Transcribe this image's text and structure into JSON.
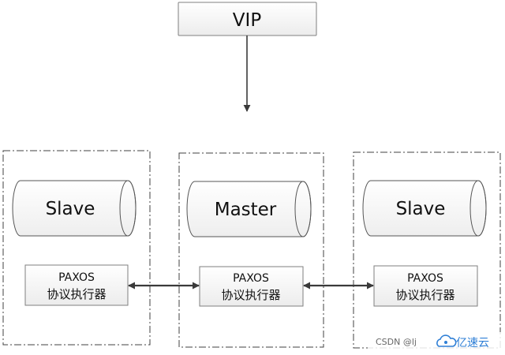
{
  "vip": {
    "label": "VIP"
  },
  "nodes": [
    {
      "db_label": "Slave",
      "executor_line1": "PAXOS",
      "executor_line2": "协议执行器"
    },
    {
      "db_label": "Master",
      "executor_line1": "PAXOS",
      "executor_line2": "协议执行器"
    },
    {
      "db_label": "Slave",
      "executor_line1": "PAXOS",
      "executor_line2": "协议执行器"
    }
  ],
  "watermark": {
    "csdn_text": "CSDN @lj",
    "brand_text": "亿速云"
  },
  "colors": {
    "box_fill": "#f2f2f2",
    "box_border": "#7f7f7f",
    "cylinder_fill": "#f6f6f6",
    "dash_border": "#404040",
    "arrow": "#3a3a3a",
    "brand_blue": "#2f7fd6"
  }
}
